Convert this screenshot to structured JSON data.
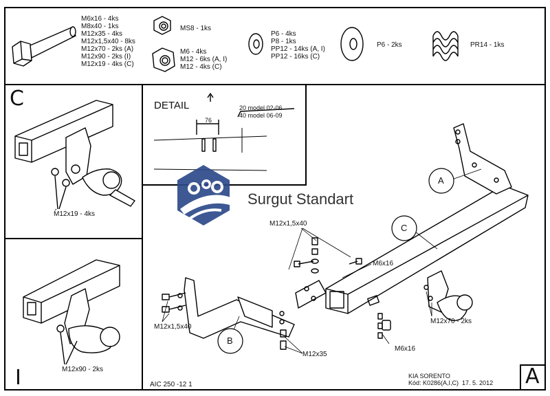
{
  "parts": {
    "bolt_list": [
      "M6x16 - 4ks",
      "M8x40 - 1ks",
      "M12x35 - 4ks",
      "M12x1,5x40 - 8ks",
      "M12x70 - 2ks (A)",
      "M12x90 - 2ks (I)",
      "M12x19 - 4ks (C)"
    ],
    "nut_ms8": "MS8 - 1ks",
    "nut_list": [
      "M6 - 4ks",
      "M12 - 6ks (A, I)",
      "M12 - 4ks (C)"
    ],
    "washer_list": [
      "P6 - 4ks",
      "P8 - 1ks",
      "PP12 - 14ks (A, I)",
      "PP12 - 16ks (C)"
    ],
    "washer_p6": "P6 - 2ks",
    "spring": "PR14 - 1ks"
  },
  "panel_c": {
    "letter": "C",
    "bolt_label": "M12x19 - 4ks"
  },
  "panel_i": {
    "letter": "I",
    "bolt_label": "M12x90 - 2ks"
  },
  "detail": {
    "title": "DETAIL",
    "dimension": "76",
    "model_line1": "20 model 02-06",
    "model_line2": "40 model 06-09"
  },
  "watermark": {
    "text": "Surgut Standart"
  },
  "main": {
    "callout_a": "A",
    "callout_b": "B",
    "callout_c": "C",
    "label_m12x1540_top": "M12x1,5x40",
    "label_m6x16_top": "M6x16",
    "label_m12x1540_left": "M12x1,5x40",
    "label_m12x35": "M12x35",
    "label_m12x70": "M12x70 - 2ks",
    "label_m6x16_bottom": "M6x16"
  },
  "footer": {
    "code": "AIC 250 -12 1",
    "vehicle": "KIA SORENTO",
    "kod": "Kód: K0286(A,I,C)  17. 5. 2012",
    "corner_letter": "A"
  }
}
